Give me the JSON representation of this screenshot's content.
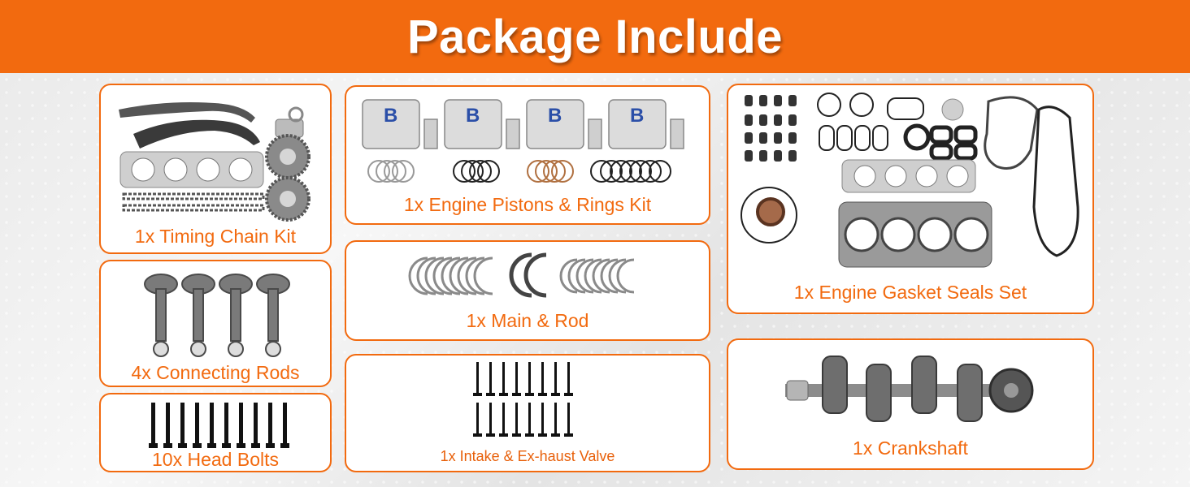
{
  "header": {
    "title": "Package Include"
  },
  "items": [
    {
      "label": "1x Timing Chain Kit"
    },
    {
      "label": "4x Connecting Rods"
    },
    {
      "label": "10x Head Bolts"
    },
    {
      "label": "1x Engine Pistons & Rings Kit",
      "piston_badge": "B"
    },
    {
      "label": "1x Main & Rod"
    },
    {
      "label": "1x Intake & Ex-haust Valve"
    },
    {
      "label": "1x Engine Gasket Seals Set"
    },
    {
      "label": "1x Crankshaft"
    }
  ],
  "colors": {
    "accent": "#f26a0f",
    "badge_blue": "#2b4fa8"
  },
  "icons": [
    "timing-chain-kit-icon",
    "connecting-rod-icon",
    "head-bolt-icon",
    "piston-icon",
    "piston-ring-icon",
    "bearing-icon",
    "valve-icon",
    "gasket-set-icon",
    "crankshaft-icon"
  ]
}
